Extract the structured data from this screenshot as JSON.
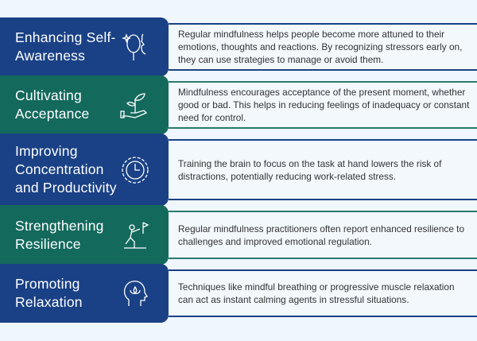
{
  "colors": {
    "blue": "#1a4185",
    "green": "#13695c"
  },
  "items": [
    {
      "title": "Enhancing Self-Awareness",
      "icon": "mind-mirror-icon",
      "text": "Regular mindfulness helps people become more attuned to their emotions, thoughts and reactions. By recognizing stressors early on, they can use strategies to manage or avoid them."
    },
    {
      "title": "Cultivating Acceptance",
      "icon": "hand-plant-icon",
      "text": "Mindfulness encourages acceptance of the present moment, whether good or bad. This helps in reducing feelings of inadequacy or constant need for control."
    },
    {
      "title": "Improving Concentration and Productivity",
      "icon": "clock-gear-icon",
      "text": "Training the brain to focus on the task at hand lowers the risk of distractions, potentially reducing work-related stress."
    },
    {
      "title": "Strengthening Resilience",
      "icon": "climber-flag-icon",
      "text": "Regular mindfulness practitioners often report enhanced resilience to challenges and improved emotional regulation."
    },
    {
      "title": "Promoting Relaxation",
      "icon": "head-lotus-icon",
      "text": "Techniques like mindful breathing or progressive muscle relaxation can act as instant calming agents in stressful situations."
    }
  ]
}
